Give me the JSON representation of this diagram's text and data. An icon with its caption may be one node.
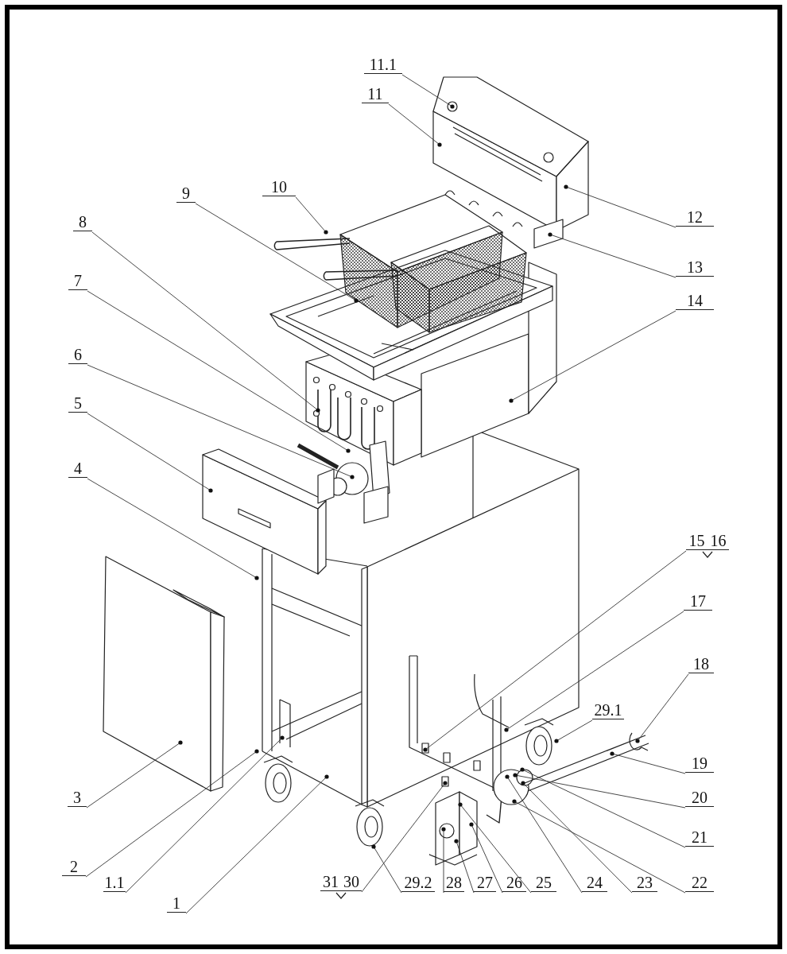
{
  "diagram": {
    "nodes": [
      {
        "text": [
          "1"
        ]
      },
      {
        "text": [
          "1.1"
        ]
      },
      {
        "text": [
          "2"
        ]
      },
      {
        "text": [
          "3"
        ]
      },
      {
        "text": [
          "4"
        ]
      },
      {
        "text": [
          "5"
        ]
      },
      {
        "text": [
          "6"
        ]
      },
      {
        "text": [
          "7"
        ]
      },
      {
        "text": [
          "8"
        ]
      },
      {
        "text": [
          "9"
        ]
      },
      {
        "text": [
          "10"
        ]
      },
      {
        "text": [
          "11"
        ]
      },
      {
        "text": [
          "11.1"
        ]
      },
      {
        "text": [
          "12"
        ]
      },
      {
        "text": [
          "13"
        ]
      },
      {
        "text": [
          "14"
        ]
      },
      {
        "text": [
          "15"
        ]
      },
      {
        "text": [
          "16"
        ]
      },
      {
        "text": [
          "17"
        ]
      },
      {
        "text": [
          "18"
        ]
      },
      {
        "text": [
          "29.1"
        ]
      },
      {
        "text": [
          "19"
        ]
      },
      {
        "text": [
          "20"
        ]
      },
      {
        "text": [
          "21"
        ]
      },
      {
        "text": [
          "22"
        ]
      },
      {
        "text": [
          "23"
        ]
      },
      {
        "text": [
          "24"
        ]
      },
      {
        "text": [
          "25"
        ]
      },
      {
        "text": [
          "26"
        ]
      },
      {
        "text": [
          "27"
        ]
      },
      {
        "text": [
          "28"
        ]
      },
      {
        "text": [
          "29.2"
        ]
      },
      {
        "text": [
          "31"
        ]
      },
      {
        "text": [
          "30"
        ]
      }
    ],
    "edges": [
      {
        "from": 0,
        "to": null,
        "arrow": "other"
      },
      {
        "from": 1,
        "to": null,
        "arrow": "other"
      },
      {
        "from": 2,
        "to": null,
        "arrow": "other"
      },
      {
        "from": 3,
        "to": null,
        "arrow": "other"
      },
      {
        "from": 4,
        "to": null,
        "arrow": "other"
      },
      {
        "from": 5,
        "to": null,
        "arrow": "other"
      },
      {
        "from": 6,
        "to": null,
        "arrow": "other"
      },
      {
        "from": 7,
        "to": null,
        "arrow": "other"
      },
      {
        "from": 8,
        "to": null,
        "arrow": "other"
      },
      {
        "from": 9,
        "to": null,
        "arrow": "other"
      },
      {
        "from": 10,
        "to": null,
        "arrow": "other"
      },
      {
        "from": 11,
        "to": null,
        "arrow": "other"
      },
      {
        "from": 12,
        "to": null,
        "arrow": "other"
      },
      {
        "from": 13,
        "to": null,
        "arrow": "other"
      },
      {
        "from": 14,
        "to": null,
        "arrow": "other"
      },
      {
        "from": 15,
        "to": null,
        "arrow": "other"
      },
      {
        "from": 16,
        "to": null,
        "arrow": "other"
      },
      {
        "from": 17,
        "to": null,
        "arrow": "other"
      },
      {
        "from": 18,
        "to": null,
        "arrow": "other"
      },
      {
        "from": 19,
        "to": null,
        "arrow": "other"
      },
      {
        "from": 20,
        "to": null,
        "arrow": "other"
      },
      {
        "from": 21,
        "to": null,
        "arrow": "other"
      },
      {
        "from": 22,
        "to": null,
        "arrow": "other"
      },
      {
        "from": 23,
        "to": null,
        "arrow": "other"
      },
      {
        "from": 24,
        "to": null,
        "arrow": "other"
      },
      {
        "from": 25,
        "to": null,
        "arrow": "other"
      },
      {
        "from": 26,
        "to": null,
        "arrow": "other"
      },
      {
        "from": 27,
        "to": null,
        "arrow": "other"
      },
      {
        "from": 28,
        "to": null,
        "arrow": "other"
      },
      {
        "from": 29,
        "to": null,
        "arrow": "other"
      },
      {
        "from": 30,
        "to": null,
        "arrow": "other"
      },
      {
        "from": 31,
        "to": null,
        "arrow": "other"
      },
      {
        "from": 32,
        "to": null,
        "arrow": "other"
      },
      {
        "from": 33,
        "to": null,
        "arrow": "other"
      }
    ]
  }
}
